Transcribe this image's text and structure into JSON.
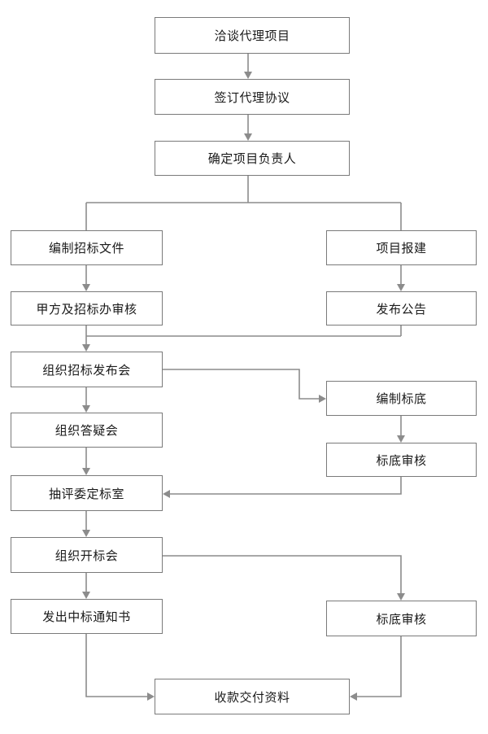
{
  "nodes": {
    "negotiate": "洽谈代理项目",
    "sign": "签订代理协议",
    "assign": "确定项目负责人",
    "compile_docs": "编制招标文件",
    "registration": "项目报建",
    "review": "甲方及招标办审核",
    "announce": "发布公告",
    "release_meeting": "组织招标发布会",
    "compile_base": "编制标底",
    "qa_meeting": "组织答疑会",
    "base_review_1": "标底审核",
    "select_room": "抽评委定标室",
    "opening_meeting": "组织开标会",
    "notice": "发出中标通知书",
    "base_review_2": "标底审核",
    "payment": "收款交付资料"
  },
  "colors": {
    "line": "#8c8c8c",
    "border": "#7a7a7a",
    "text": "#1a1a1a"
  }
}
